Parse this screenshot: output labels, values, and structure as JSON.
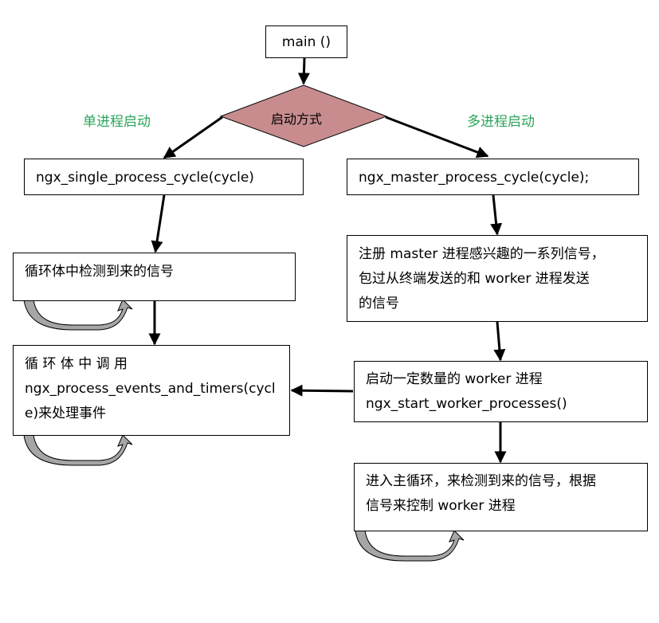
{
  "colors": {
    "diamond_fill": "#c88c8f",
    "label_green": "#2aa55a",
    "loop_fill": "#a6a6a6"
  },
  "nodes": {
    "main": "main ()",
    "decision": "启动方式",
    "single_label": "单进程启动",
    "multi_label": "多进程启动",
    "single_cycle": "ngx_single_process_cycle(cycle)",
    "master_cycle": "ngx_master_process_cycle(cycle);",
    "loop_detect": "循环体中检测到来的信号",
    "loop_call_line1": "循 环 体 中 调 用",
    "loop_call_line2": "ngx_process_events_and_timers(cycl",
    "loop_call_line3": "e)来处理事件",
    "register_line1": "注册 master 进程感兴趣的一系列信号，",
    "register_line2": "包过从终端发送的和  worker 进程发送",
    "register_line3": "的信号",
    "start_line1": "启动一定数量的 worker 进程",
    "start_line2": "ngx_start_worker_processes()",
    "main_loop_line1": "进入主循环，来检测到来的信号，根据",
    "main_loop_line2": "信号来控制 worker 进程"
  }
}
